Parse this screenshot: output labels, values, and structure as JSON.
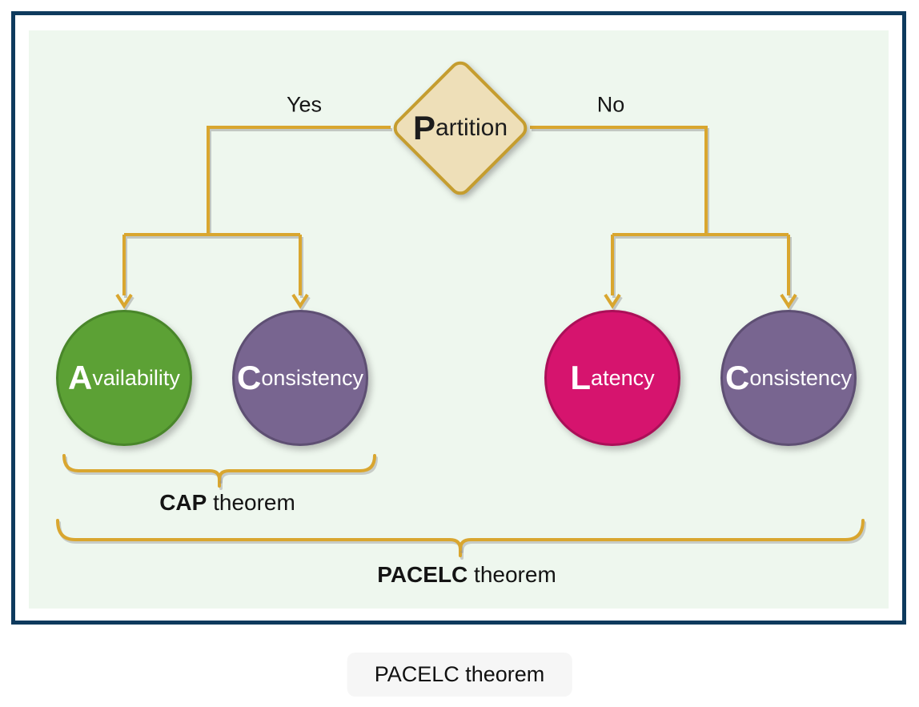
{
  "diagram": {
    "decision": {
      "first": "P",
      "rest": "artition"
    },
    "yes_label": "Yes",
    "no_label": "No",
    "nodes": [
      {
        "id": "availability",
        "first": "A",
        "rest": "vailability",
        "color": "#5ca135",
        "border_color": "#49862a"
      },
      {
        "id": "consistency-cap",
        "first": "C",
        "rest": "onsistency",
        "color": "#786590",
        "border_color": "#5e4f73"
      },
      {
        "id": "latency",
        "first": "L",
        "rest": "atency",
        "color": "#d6146e",
        "border_color": "#ab0f58"
      },
      {
        "id": "consistency-pacelc",
        "first": "C",
        "rest": "onsistency",
        "color": "#786590",
        "border_color": "#5e4f73"
      }
    ],
    "braces": {
      "cap": {
        "bold": "CAP",
        "rest": " theorem"
      },
      "pacelc": {
        "bold": "PACELC",
        "rest": " theorem"
      }
    }
  },
  "caption": "PACELC theorem",
  "colors": {
    "connector_gold": "#d9a62f",
    "diamond_fill": "#eedfb8",
    "diamond_border": "#c59d2f",
    "panel_background": "#eef7ee",
    "frame_border": "#0e3a5d",
    "caption_background": "#f6f6f6"
  }
}
